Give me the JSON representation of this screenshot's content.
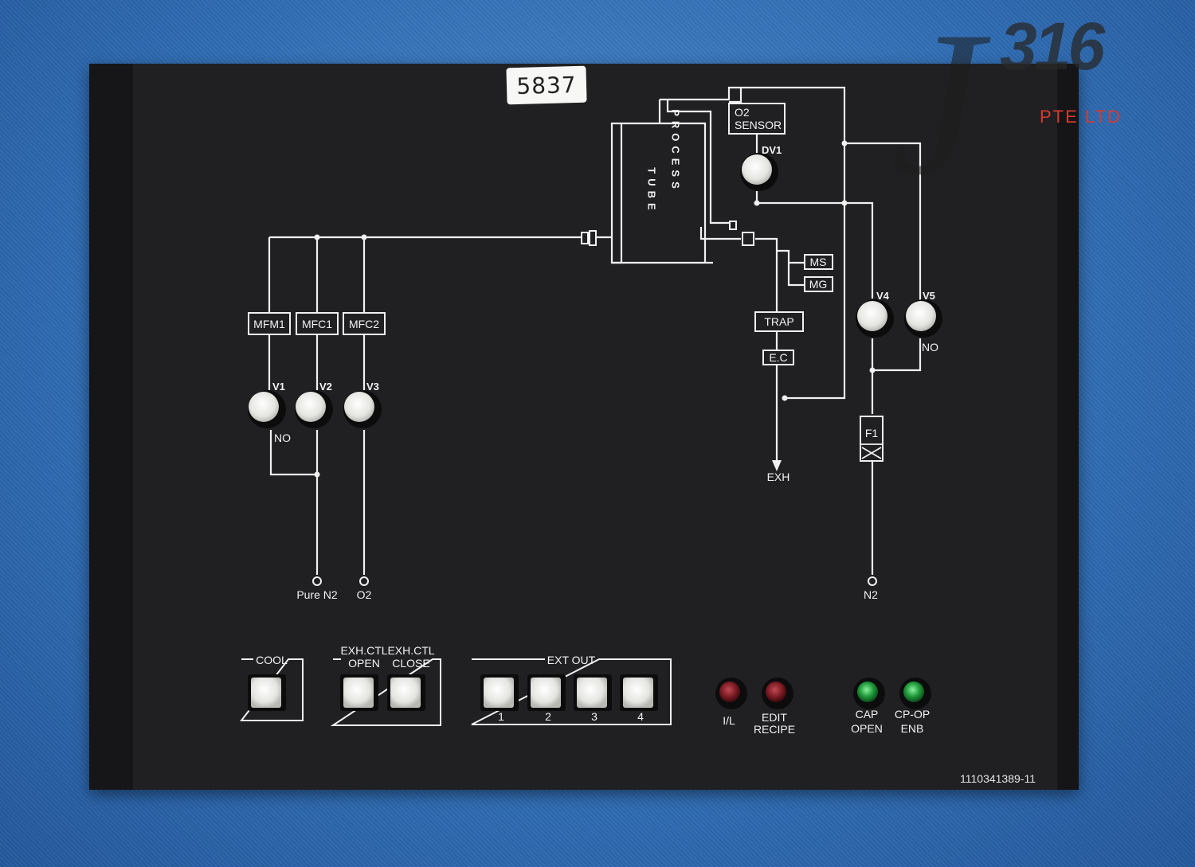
{
  "sticker_number": "5837",
  "watermark": {
    "logo_text": "J316",
    "company": "PTE  LTD",
    "brand_color": "#d63a2f"
  },
  "diagram": {
    "process_tube": {
      "word1": "PROCESS",
      "word2": "TUBE"
    },
    "o2_sensor": {
      "line1": "O2",
      "line2": "SENSOR"
    },
    "valves": [
      {
        "id": "v1",
        "label": "V1",
        "note": "NO"
      },
      {
        "id": "v2",
        "label": "V2",
        "note": ""
      },
      {
        "id": "v3",
        "label": "V3",
        "note": ""
      },
      {
        "id": "v4",
        "label": "V4",
        "note": ""
      },
      {
        "id": "v5",
        "label": "V5",
        "note": "NO"
      },
      {
        "id": "dv1",
        "label": "DV1",
        "note": ""
      }
    ],
    "flow_controllers": [
      "MFM1",
      "MFC1",
      "MFC2"
    ],
    "boxes": {
      "ms": "MS",
      "mg": "MG",
      "trap": "TRAP",
      "ec": "E.C",
      "f1": "F1"
    },
    "ports": {
      "pure_n2": "Pure N2",
      "o2": "O2",
      "n2": "N2",
      "exh": "EXH"
    }
  },
  "controls": {
    "cool_group": {
      "title": "COOL"
    },
    "exh_group": {
      "open_line1": "EXH.CTL",
      "open_line2": "OPEN",
      "close_line1": "EXH.CTL",
      "close_line2": "CLOSE"
    },
    "ext_out_group": {
      "title": "EXT OUT",
      "buttons": [
        "1",
        "2",
        "3",
        "4"
      ]
    },
    "indicators": [
      {
        "line1": "I/L",
        "line2": "",
        "color": "#7a1a22"
      },
      {
        "line1": "EDIT",
        "line2": "RECIPE",
        "color": "#7a1a22"
      },
      {
        "line1": "CAP",
        "line2": "OPEN",
        "color": "#1f9a3a"
      },
      {
        "line1": "CP-OP",
        "line2": "ENB",
        "color": "#1f9a3a"
      }
    ]
  },
  "serial_number": "1110341389-11"
}
